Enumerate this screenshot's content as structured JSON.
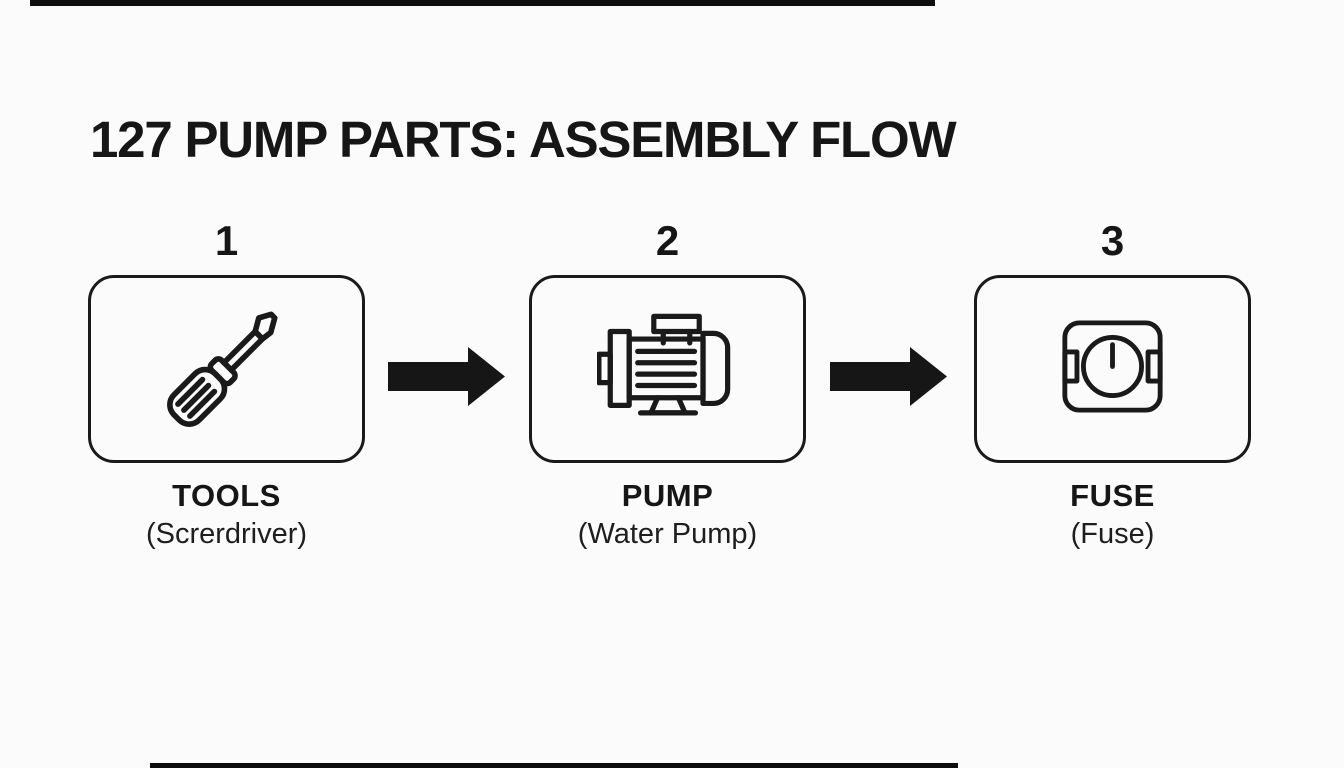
{
  "page": {
    "title": "127 PUMP PARTS: ASSEMBLY FLOW",
    "background": "#fbfbfb",
    "ink": "#161616"
  },
  "steps": [
    {
      "number": "1",
      "label": "TOOLS",
      "sublabel": "(Screrdriver)",
      "icon": "screwdriver-icon"
    },
    {
      "number": "2",
      "label": "PUMP",
      "sublabel": "(Water Pump)",
      "icon": "water-pump-icon"
    },
    {
      "number": "3",
      "label": "FUSE",
      "sublabel": "(Fuse)",
      "icon": "fuse-icon"
    }
  ],
  "connectors": [
    {
      "name": "arrow-1",
      "direction": "right"
    },
    {
      "name": "arrow-2",
      "direction": "right"
    }
  ]
}
